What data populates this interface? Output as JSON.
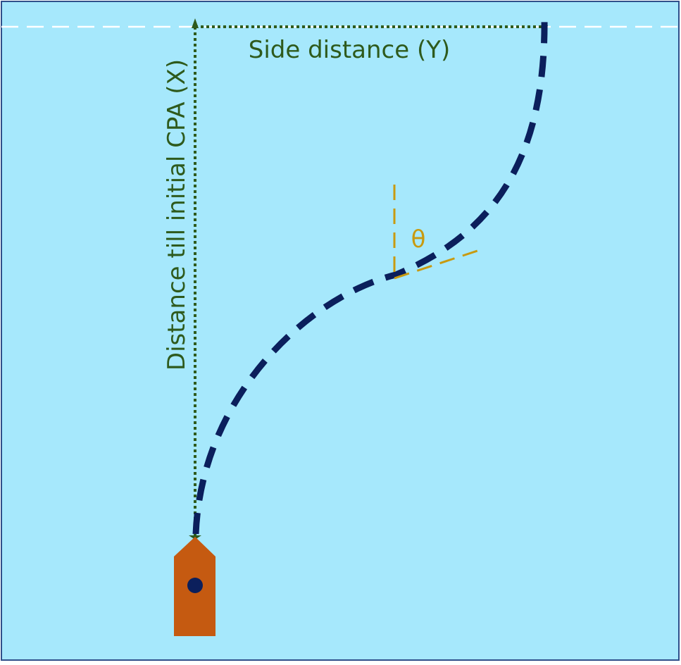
{
  "labels": {
    "side_distance": "Side distance (Y)",
    "distance_till_cpa": "Distance till initial CPA (X)",
    "theta": "θ"
  },
  "colors": {
    "water": "#a6e8fc",
    "border": "#2f4f8a",
    "boundary_line": "#ffffff",
    "dimension": "#2e5a1c",
    "trajectory": "#0b1f5c",
    "angle": "#c89a10",
    "ship_hull": "#c55a11",
    "ship_marker": "#0b1f5c"
  },
  "icons": {
    "ship": "ship-icon"
  }
}
